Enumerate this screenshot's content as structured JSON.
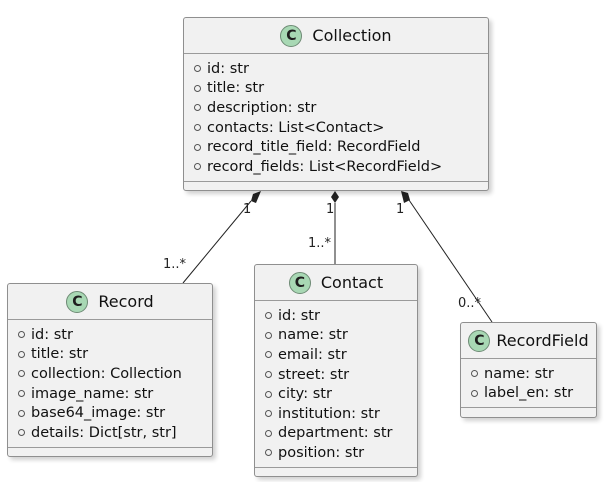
{
  "classes": {
    "collection": {
      "name": "Collection",
      "badge": "C",
      "attributes": [
        "id: str",
        "title: str",
        "description: str",
        "contacts: List<Contact>",
        "record_title_field: RecordField",
        "record_fields: List<RecordField>"
      ]
    },
    "record": {
      "name": "Record",
      "badge": "C",
      "attributes": [
        "id: str",
        "title: str",
        "collection: Collection",
        "image_name: str",
        "base64_image: str",
        "details: Dict[str, str]"
      ]
    },
    "contact": {
      "name": "Contact",
      "badge": "C",
      "attributes": [
        "id: str",
        "name: str",
        "email: str",
        "street: str",
        "city: str",
        "institution: str",
        "department: str",
        "position: str"
      ]
    },
    "recordfield": {
      "name": "RecordField",
      "badge": "C",
      "attributes": [
        "name: str",
        "label_en: str"
      ]
    }
  },
  "relations": [
    {
      "from": "collection",
      "to": "record",
      "type": "composition",
      "from_mult": "1",
      "to_mult": "1..*"
    },
    {
      "from": "collection",
      "to": "contact",
      "type": "composition",
      "from_mult": "1",
      "to_mult": "1..*"
    },
    {
      "from": "collection",
      "to": "recordfield",
      "type": "composition",
      "from_mult": "1",
      "to_mult": "0..*"
    }
  ],
  "colors": {
    "badge": "#a8d8b4",
    "box": "#f1f1f1",
    "border": "#8f8f8f",
    "line": "#222222"
  }
}
